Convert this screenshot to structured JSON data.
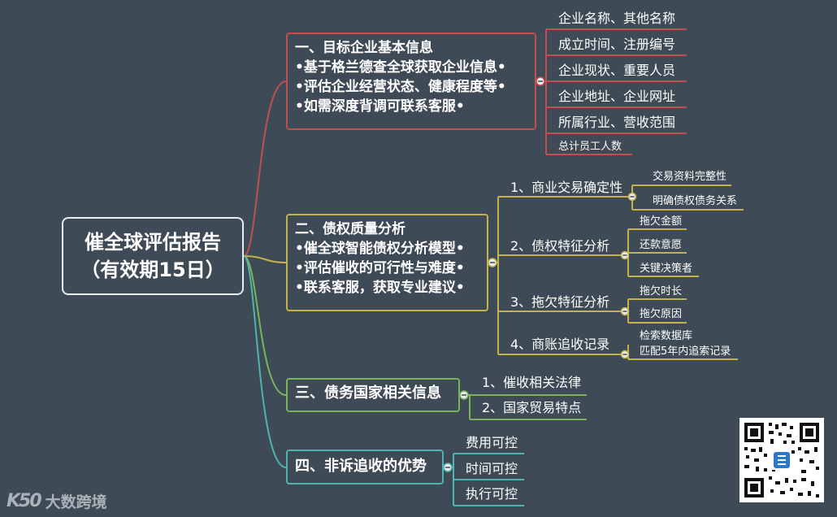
{
  "root": {
    "line1": "催全球评估报告",
    "line2": "（有效期15日）"
  },
  "branch1": {
    "lines": [
      "一、目标企业基本信息",
      "•基于格兰德查全球获取企业信息•",
      "•评估企业经营状态、健康程度等•",
      "•如需深度背调可联系客服•"
    ],
    "items": [
      "企业名称、其他名称",
      "成立时间、注册编号",
      "企业现状、重要人员",
      "企业地址、企业网址",
      "所属行业、营收范围",
      "总计员工人数"
    ]
  },
  "branch2": {
    "lines": [
      "二、债权质量分析",
      "•催全球智能债权分析模型•",
      "•评估催收的可行性与难度•",
      "•联系客服，获取专业建议•"
    ],
    "subs": [
      {
        "label": "1、商业交易确定性",
        "items": [
          "交易资料完整性",
          "明确债权债务关系"
        ]
      },
      {
        "label": "2、债权特征分析",
        "items": [
          "拖欠金额",
          "还款意愿",
          "关键决策者"
        ]
      },
      {
        "label": "3、拖欠特征分析",
        "items": [
          "拖欠时长",
          "拖欠原因"
        ]
      },
      {
        "label": "4、商账追收记录",
        "items": [
          "检索数据库",
          "匹配5年内追索记录"
        ]
      }
    ]
  },
  "branch3": {
    "label": "三、债务国家相关信息",
    "items": [
      "1、催收相关法律",
      "2、国家贸易特点"
    ]
  },
  "branch4": {
    "label": "四、非诉追收的优势",
    "items": [
      "费用可控",
      "时间可控",
      "执行可控"
    ]
  },
  "watermark": {
    "mark": "K50",
    "text": "大数跨境"
  },
  "colors": {
    "background": "#3e4a55",
    "branch1": "#c0504d",
    "branch2": "#c4b34a",
    "branch3": "#7ab35c",
    "branch4": "#4fb3b0"
  }
}
